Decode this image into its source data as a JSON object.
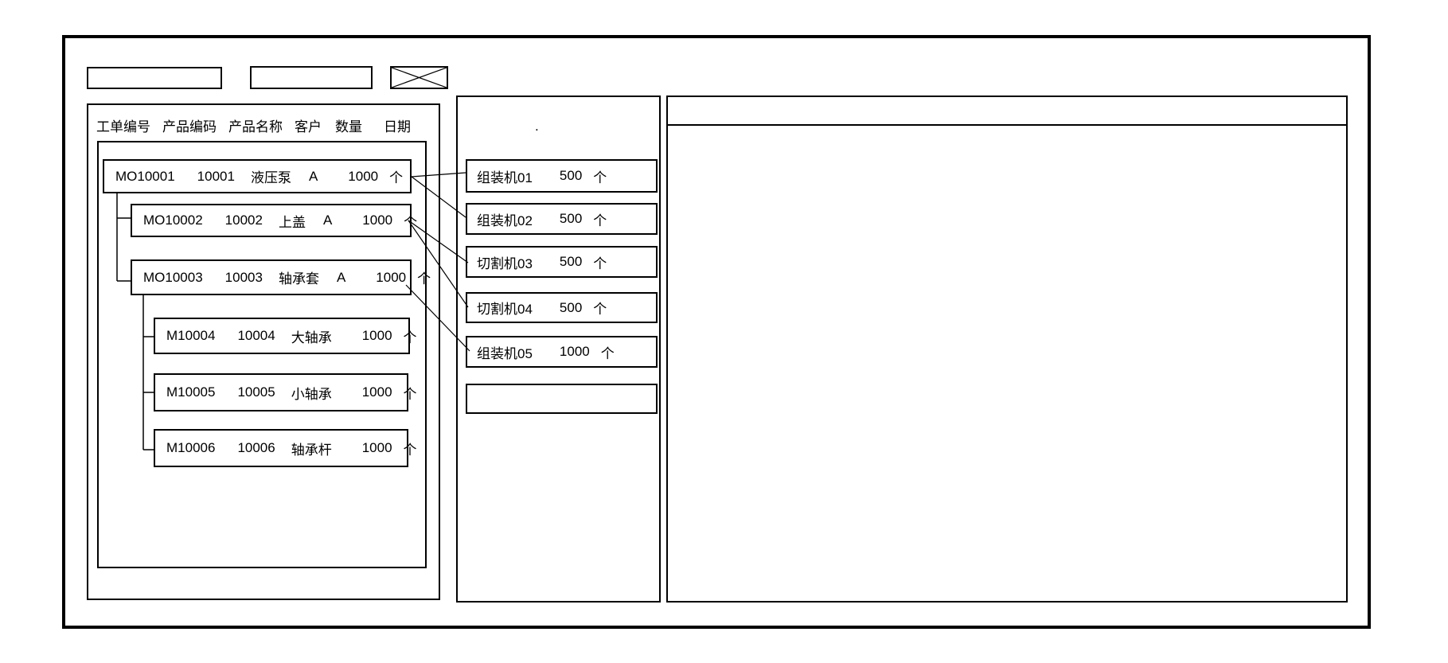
{
  "top_bar": {
    "field1_value": "",
    "field2_value": "",
    "close_icon": "crossed-box"
  },
  "left_panel": {
    "columns": [
      "工单编号",
      "产品编码",
      "产品名称",
      "客户",
      "数量",
      "日期"
    ],
    "orders": [
      {
        "id": "MO10001",
        "product_code": "10001",
        "product_name": "液压泵",
        "customer": "A",
        "qty": "1000",
        "unit": "个"
      },
      {
        "id": "MO10002",
        "product_code": "10002",
        "product_name": "上盖",
        "customer": "A",
        "qty": "1000",
        "unit": "个"
      },
      {
        "id": "MO10003",
        "product_code": "10003",
        "product_name": "轴承套",
        "customer": "A",
        "qty": "1000",
        "unit": "个"
      },
      {
        "id": "M10004",
        "product_code": "10004",
        "product_name": "大轴承",
        "customer": "",
        "qty": "1000",
        "unit": "个"
      },
      {
        "id": "M10005",
        "product_code": "10005",
        "product_name": "小轴承",
        "customer": "",
        "qty": "1000",
        "unit": "个"
      },
      {
        "id": "M10006",
        "product_code": "10006",
        "product_name": "轴承杆",
        "customer": "",
        "qty": "1000",
        "unit": "个"
      }
    ]
  },
  "machine_panel": {
    "stray_mark": ".",
    "machines": [
      {
        "name": "组装机01",
        "qty": "500",
        "unit": "个"
      },
      {
        "name": "组装机02",
        "qty": "500",
        "unit": "个"
      },
      {
        "name": "切割机03",
        "qty": "500",
        "unit": "个"
      },
      {
        "name": "切割机04",
        "qty": "500",
        "unit": "个"
      },
      {
        "name": "组装机05",
        "qty": "1000",
        "unit": "个"
      }
    ],
    "empty_slot_value": ""
  },
  "right_panel": {
    "content": ""
  },
  "assignments": [
    {
      "from": "MO10001",
      "to": "组装机01"
    },
    {
      "from": "MO10001",
      "to": "组装机02"
    },
    {
      "from": "MO10002",
      "to": "切割机03"
    },
    {
      "from": "MO10002",
      "to": "切割机04"
    },
    {
      "from": "MO10003",
      "to": "组装机05"
    }
  ],
  "colors": {
    "line": "#000000",
    "background": "#ffffff"
  }
}
